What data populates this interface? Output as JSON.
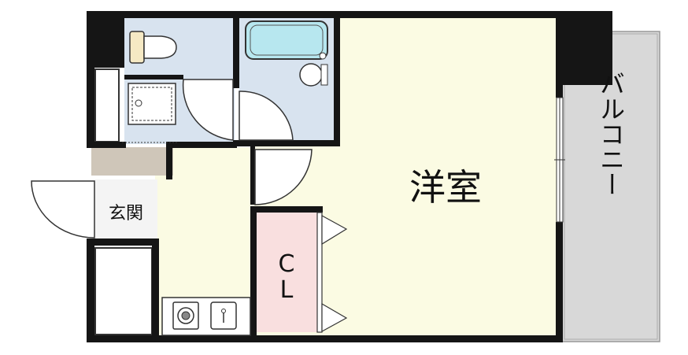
{
  "floorplan": {
    "labels": {
      "western_room": "洋室",
      "entrance": "玄関",
      "closet_top": "C",
      "closet_bottom": "L",
      "balcony": "バルコニー"
    },
    "colors": {
      "wall": "#151515",
      "living_floor": "#fbfbe3",
      "wet_area": "#d8e3ef",
      "closet": "#f9dfdf",
      "balcony": "#d8d8d8",
      "shoe_cabinet": "#cfc6b9",
      "fixture": "#b7e7ef"
    },
    "icons": [
      "toilet-icon",
      "bathtub-icon",
      "sink-icon",
      "washing-machine-icon",
      "stove-icon",
      "kitchen-sink-icon"
    ]
  }
}
